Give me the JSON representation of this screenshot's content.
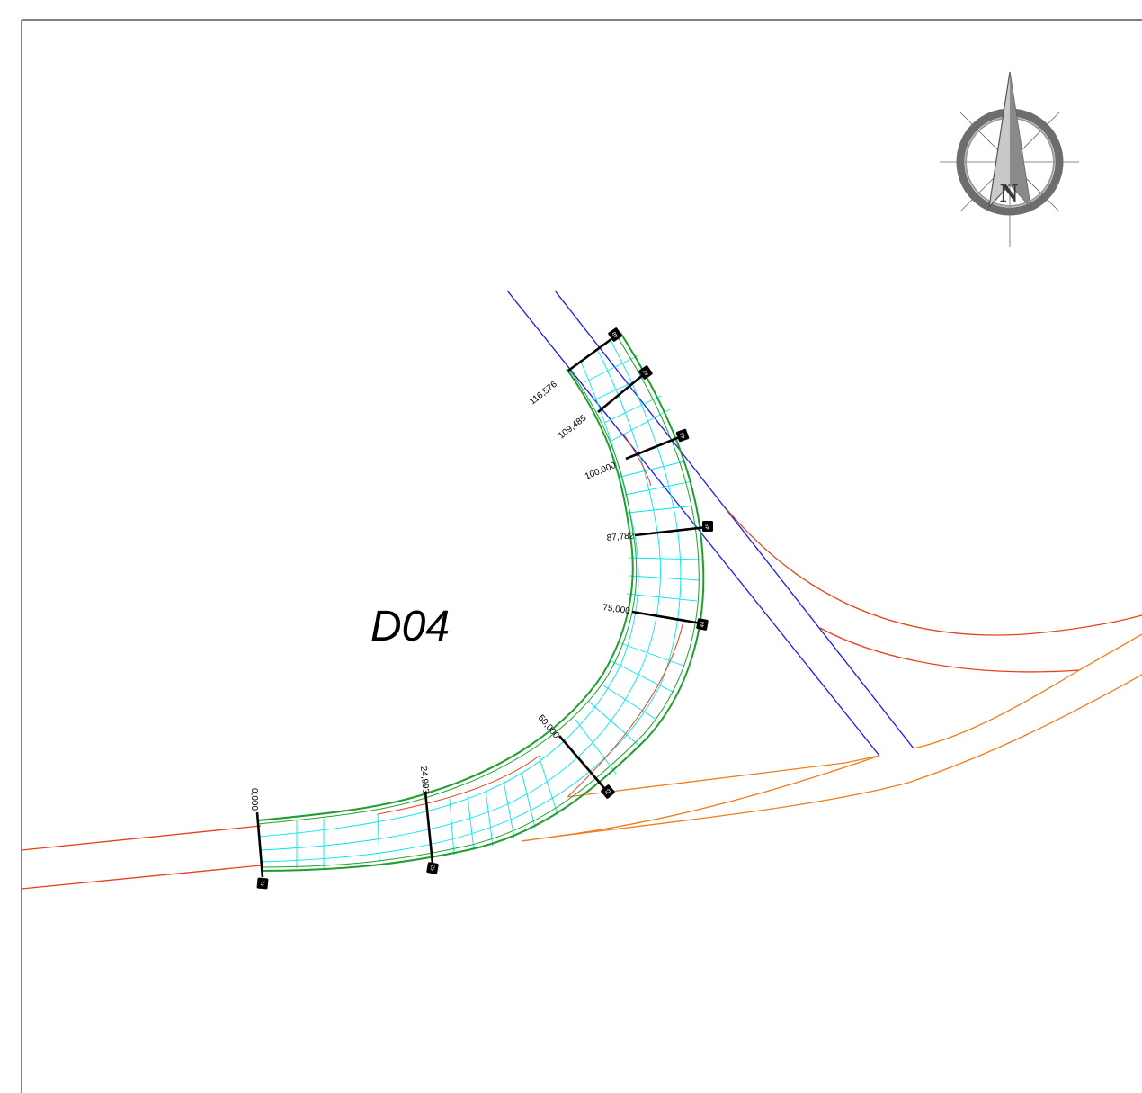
{
  "drawing": {
    "label": "D04"
  },
  "north_arrow": {
    "letter": "N"
  },
  "stations": [
    {
      "label": "0,000"
    },
    {
      "label": "24,993"
    },
    {
      "label": "50,000"
    },
    {
      "label": "75,000"
    },
    {
      "label": "87,782"
    },
    {
      "label": "100,000"
    },
    {
      "label": "109,485"
    },
    {
      "label": "116,576"
    }
  ],
  "section_tags": [
    "41",
    "42",
    "43",
    "44",
    "45",
    "46",
    "47",
    "48"
  ],
  "colors": {
    "road_edge": "#1f9e2e",
    "road_grid": "#00e5ee",
    "boundary_red": "#e8401c",
    "boundary_orange": "#f07d1a",
    "blue_line": "#1a1ae6",
    "frame": "#000000"
  }
}
